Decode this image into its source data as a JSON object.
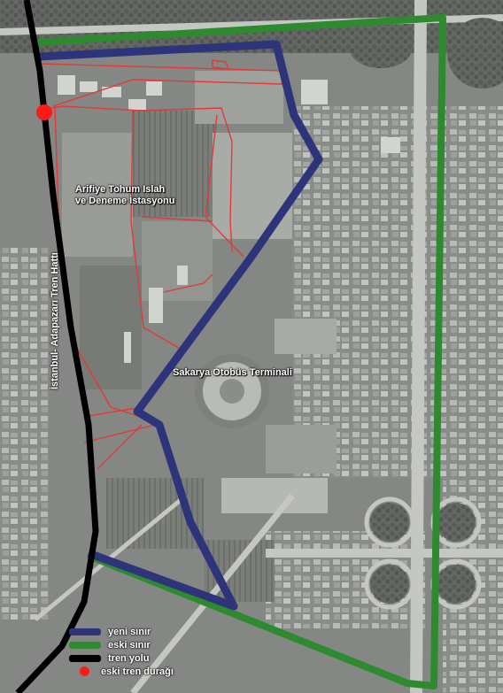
{
  "map": {
    "labels": {
      "station_line1": "Arifiye Tohum Islah",
      "station_line2": "ve Deneme İstasyonu",
      "terminal": "Sakarya Otobüs Terminali",
      "railway": "İstanbul- Adapazarı Tren Hattı"
    },
    "colors": {
      "new_boundary": "#2e3479",
      "old_boundary": "#2e8a2e",
      "railway": "#000000",
      "parcel_lines": "#e03a3a",
      "old_station": "#ff1a1a"
    }
  },
  "legend": {
    "items": [
      {
        "label": "yeni sınır",
        "color": "#2e3479",
        "kind": "line"
      },
      {
        "label": "eski sınır",
        "color": "#2e8a2e",
        "kind": "line"
      },
      {
        "label": "tren yolu",
        "color": "#000000",
        "kind": "line"
      },
      {
        "label": "eski tren durağı",
        "color": "#ff1a1a",
        "kind": "dot"
      }
    ]
  }
}
